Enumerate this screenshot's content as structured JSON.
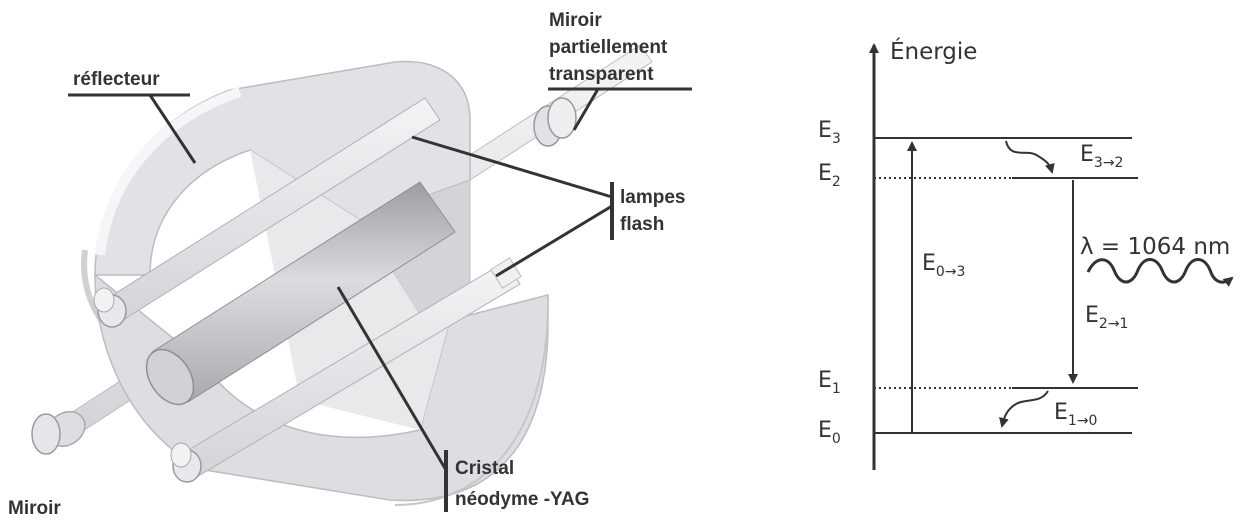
{
  "laser_figure": {
    "labels": {
      "reflecteur": "réflecteur",
      "mirror_partial_line1": "Miroir",
      "mirror_partial_line2": "partiellement",
      "mirror_partial_line3": "transparent",
      "lamps_line1": "lampes",
      "lamps_line2": "flash",
      "crystal_line1": "Cristal",
      "crystal_line2": "néodyme -YAG",
      "mirror": "Miroir"
    }
  },
  "energy_diagram": {
    "axis_label": "Énergie",
    "levels": [
      {
        "base": "E",
        "sub": "3"
      },
      {
        "base": "E",
        "sub": "2"
      },
      {
        "base": "E",
        "sub": "1"
      },
      {
        "base": "E",
        "sub": "0"
      }
    ],
    "transitions": {
      "pump": {
        "base": "E",
        "sub": "0→3"
      },
      "decay_32": {
        "base": "E",
        "sub": "3→2"
      },
      "laser": {
        "base": "E",
        "sub": "2→1"
      },
      "decay_10": {
        "base": "E",
        "sub": "1→0"
      }
    },
    "wavelength_label": "λ = 1064 nm"
  },
  "colors": {
    "ink": "#333333",
    "shell": "#d6d6da",
    "shell_light": "#ececee",
    "rod": "#bdbdc2"
  }
}
